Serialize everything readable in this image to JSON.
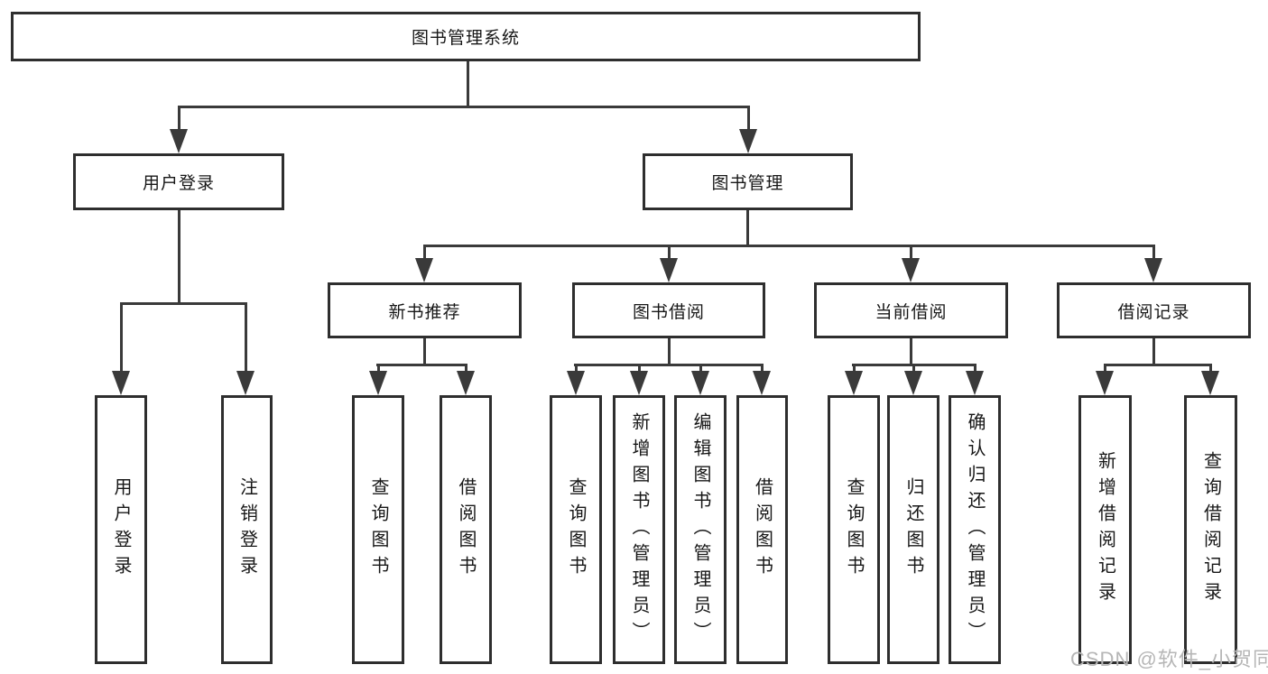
{
  "tree": {
    "label": "图书管理系统",
    "children": [
      {
        "label": "用户登录",
        "children": [
          {
            "label": "用户登录"
          },
          {
            "label": "注销登录"
          }
        ]
      },
      {
        "label": "图书管理",
        "children": [
          {
            "label": "新书推荐",
            "children": [
              {
                "label": "查询图书"
              },
              {
                "label": "借阅图书"
              }
            ]
          },
          {
            "label": "图书借阅",
            "children": [
              {
                "label": "查询图书"
              },
              {
                "label": "新增图书（管理员）"
              },
              {
                "label": "编辑图书（管理员）"
              },
              {
                "label": "借阅图书"
              }
            ]
          },
          {
            "label": "当前借阅",
            "children": [
              {
                "label": "查询图书"
              },
              {
                "label": "归还图书"
              },
              {
                "label": "确认归还（管理员）"
              }
            ]
          },
          {
            "label": "借阅记录",
            "children": [
              {
                "label": "新增借阅记录"
              },
              {
                "label": "查询借阅记录"
              }
            ]
          }
        ]
      }
    ]
  },
  "watermark": {
    "text": "CSDN @软件_小贺同学"
  },
  "colors": {
    "background": "#ffffff",
    "box_border": "#2e2e2e",
    "line": "#3a3a3a",
    "text": "#171717",
    "watermark": "#b6b6b6"
  }
}
